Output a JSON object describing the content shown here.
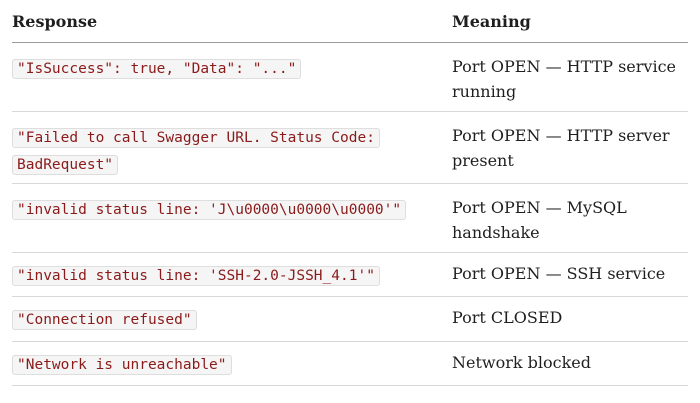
{
  "table": {
    "headers": {
      "response": "Response",
      "meaning": "Meaning"
    },
    "rows": [
      {
        "response": "\"IsSuccess\": true, \"Data\": \"...\"",
        "meaning": "Port OPEN — HTTP service running"
      },
      {
        "response": "\"Failed to call Swagger URL. Status Code: BadRequest\"",
        "meaning": "Port OPEN — HTTP server present"
      },
      {
        "response": "\"invalid status line: 'J\\u0000\\u0000\\u0000'\"",
        "meaning": "Port OPEN — MySQL handshake"
      },
      {
        "response": "\"invalid status line: 'SSH-2.0-JSSH_4.1'\"",
        "meaning": "Port OPEN — SSH service"
      },
      {
        "response": "\"Connection refused\"",
        "meaning": "Port CLOSED"
      },
      {
        "response": "\"Network is unreachable\"",
        "meaning": "Network blocked"
      }
    ]
  }
}
